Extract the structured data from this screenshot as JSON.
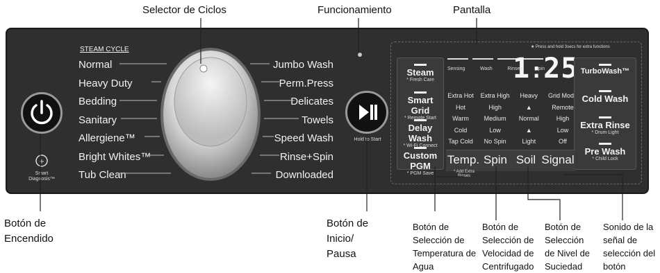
{
  "callouts": {
    "selector": "Selector de Ciclos",
    "funcionamiento": "Funcionamiento",
    "pantalla": "Pantalla",
    "power": [
      "Botón de",
      "Encendido"
    ],
    "start": [
      "Botón de",
      "Inicio/",
      "Pausa"
    ],
    "temp": [
      "Botón de",
      "Selección de",
      "Temperatura de",
      "Agua"
    ],
    "spin": [
      "Botón de",
      "Selección de",
      "Velocidad de",
      "Centrifugado"
    ],
    "soil": [
      "Botón de",
      "Selección",
      "de Nivel de",
      "Suciedad"
    ],
    "signal": [
      "Sonido de la",
      "señal de",
      "selección del",
      "botón"
    ]
  },
  "panel": {
    "steam_cycle_label": "STEAM CYCLE",
    "cycles_left": [
      "Normal",
      "Heavy Duty",
      "Bedding",
      "Sanitary",
      "Allergiene™",
      "Bright Whites™",
      "Tub Clean"
    ],
    "cycles_right": [
      "Jumbo Wash",
      "Perm.Press",
      "Delicates",
      "Towels",
      "Speed Wash",
      "Rinse+Spin",
      "Downloaded"
    ],
    "hold_to_start": "Hold to Start",
    "smart_diagnosis": [
      "Smart",
      "Diagnosis™"
    ],
    "press_hold_note": "★ Press and hold 3secs for extra functions",
    "display_time": [
      "1",
      "25"
    ],
    "status_labels": [
      "Sensing",
      "Wash",
      "Rinse",
      "Spin"
    ],
    "left_options": [
      {
        "title": "Steam",
        "sub": "* Fresh Care"
      },
      {
        "title": "Smart Grid",
        "sub": "* Remote Start"
      },
      {
        "title": "Delay Wash",
        "sub": "* Wi-Fi Connect"
      },
      {
        "title": "Custom PGM",
        "sub": "* PGM Save"
      }
    ],
    "right_options": [
      {
        "title": "TurboWash™",
        "sub": ""
      },
      {
        "title": "Cold Wash",
        "sub": ""
      },
      {
        "title": "Extra Rinse",
        "sub": "* Drum Light"
      },
      {
        "title": "Pre Wash",
        "sub": "* Child Lock"
      }
    ],
    "temp_column": [
      "Extra Hot",
      "Hot",
      "Warm",
      "Cold",
      "Tap Cold"
    ],
    "spin_column": [
      "Extra High",
      "High",
      "Medium",
      "Low",
      "No Spin"
    ],
    "soil_column": [
      "Heavy",
      "▲",
      "Normal",
      "▲",
      "Light"
    ],
    "grid_column": [
      "Grid Mode",
      "Remote",
      "High",
      "Low",
      "Off"
    ],
    "bottom_buttons": [
      "Temp.",
      "Spin",
      "Soil",
      "Signal"
    ],
    "temp_sub": "* Add Extra Rinses"
  }
}
